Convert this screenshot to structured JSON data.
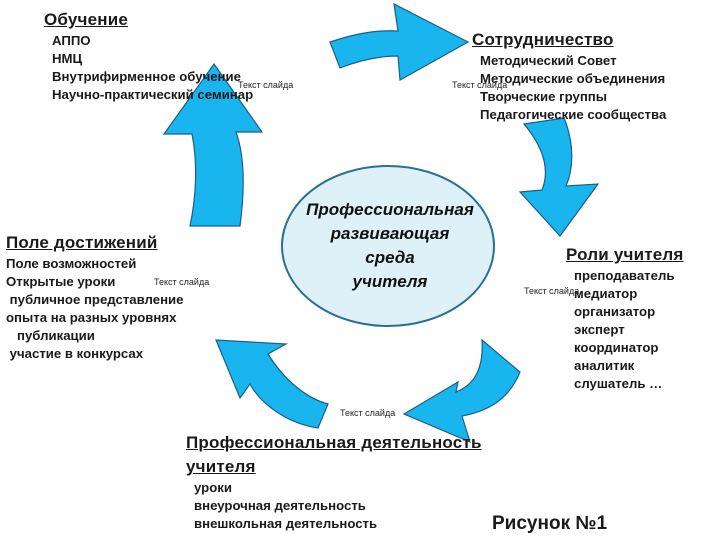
{
  "center": {
    "lines": [
      "Профессиональная",
      "развивающая",
      "среда",
      "учителя"
    ],
    "fill": "#dff1f8",
    "stroke": "#2a6f95"
  },
  "arrow_color": "#19b5ee",
  "placeholder_text": "Текст слайда",
  "blocks": {
    "obuchenie": {
      "title": "Обучение",
      "items": [
        "АППО",
        "НМЦ",
        "Внутрифирменное обучение",
        "Научно-практический семинар"
      ]
    },
    "sotrudnichestvo": {
      "title": "Сотрудничество",
      "items": [
        "Методический Совет",
        "Методические объединения",
        "Творческие группы",
        "Педагогические сообщества"
      ]
    },
    "roli": {
      "title": "Роли учителя",
      "items": [
        "преподаватель",
        "медиатор",
        "организатор",
        "эксперт",
        "координатор",
        "аналитик",
        "слушатель …"
      ]
    },
    "deyatelnost": {
      "title_line1": "Профессиональная деятельность",
      "title_line2": "учителя",
      "items": [
        "уроки",
        "внеурочная деятельность",
        "внешкольная деятельность"
      ]
    },
    "dostizheniya": {
      "title": "Поле достижений",
      "items": [
        "Поле возможностей",
        "Открытые уроки",
        " публичное представление",
        "опыта на разных уровнях",
        "   публикации",
        " участие в конкурсах"
      ]
    }
  },
  "figure_label": "Рисунок №1"
}
